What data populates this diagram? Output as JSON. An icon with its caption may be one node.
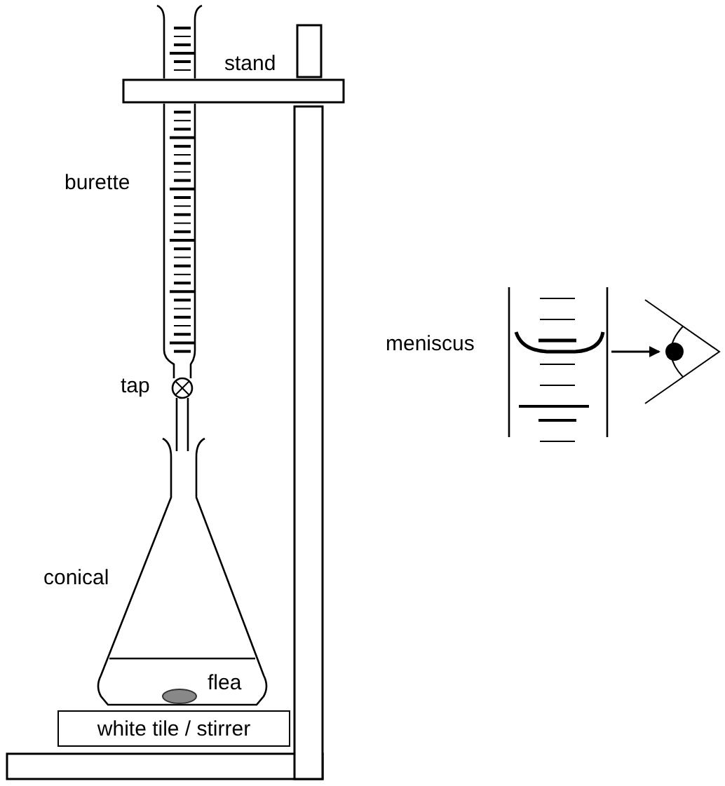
{
  "diagram": {
    "nodes": [
      {
        "text": [
          "white tile / stirrer"
        ]
      }
    ],
    "labels": [
      "stand",
      "burette",
      "meniscus",
      "tap",
      "conical",
      "flea"
    ]
  }
}
